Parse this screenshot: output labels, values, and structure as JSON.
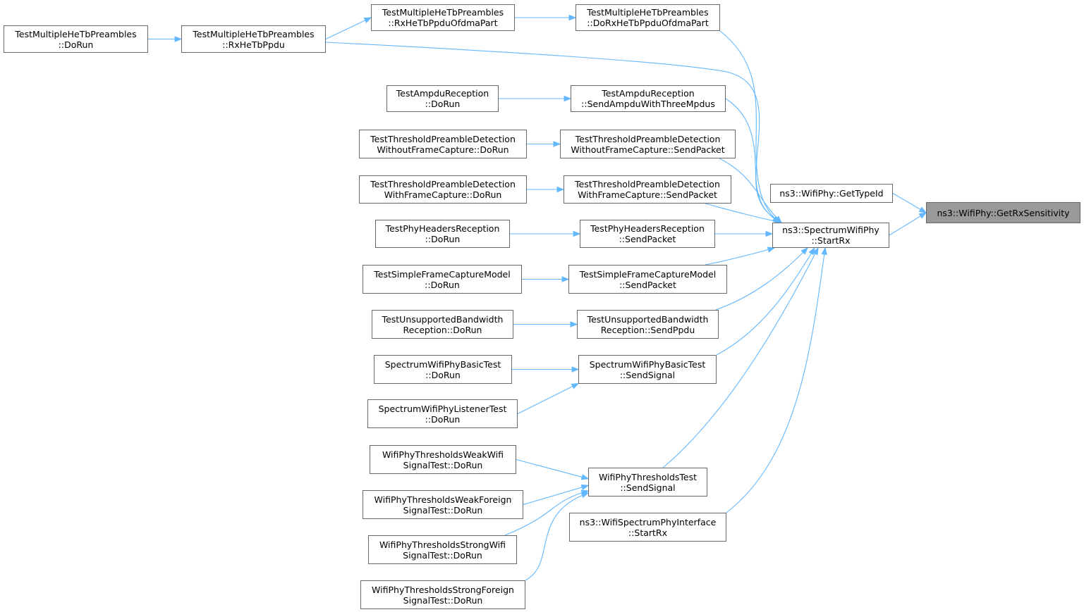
{
  "graph": {
    "colors": {
      "edge": "#63b8ff",
      "node_border": "#666666",
      "root_fill": "#999999"
    },
    "nodes": [
      {
        "id": "root",
        "lines": [
          "ns3::WifiPhy::GetRxSensitivity"
        ],
        "root": true
      },
      {
        "id": "gettypeid",
        "lines": [
          "ns3::WifiPhy::GetTypeId"
        ]
      },
      {
        "id": "startrx",
        "lines": [
          "ns3::SpectrumWifiPhy",
          "::StartRx"
        ]
      },
      {
        "id": "dorxhetb",
        "lines": [
          "TestMultipleHeTbPreambles",
          "::DoRxHeTbPpduOfdmaPart"
        ]
      },
      {
        "id": "rxhetbofdma",
        "lines": [
          "TestMultipleHeTbPreambles",
          "::RxHeTbPpduOfdmaPart"
        ]
      },
      {
        "id": "rxhetb",
        "lines": [
          "TestMultipleHeTbPreambles",
          "::RxHeTbPpdu"
        ]
      },
      {
        "id": "mhtdorun",
        "lines": [
          "TestMultipleHeTbPreambles",
          "::DoRun"
        ]
      },
      {
        "id": "ampdusend",
        "lines": [
          "TestAmpduReception",
          "::SendAmpduWithThreeMpdus"
        ]
      },
      {
        "id": "ampdudorun",
        "lines": [
          "TestAmpduReception",
          "::DoRun"
        ]
      },
      {
        "id": "tpdwofcsend",
        "lines": [
          "TestThresholdPreambleDetection",
          "WithoutFrameCapture::SendPacket"
        ]
      },
      {
        "id": "tpdwofcdorun",
        "lines": [
          "TestThresholdPreambleDetection",
          "WithoutFrameCapture::DoRun"
        ]
      },
      {
        "id": "tpdwfcsend",
        "lines": [
          "TestThresholdPreambleDetection",
          "WithFrameCapture::SendPacket"
        ]
      },
      {
        "id": "tpdwfcdorun",
        "lines": [
          "TestThresholdPreambleDetection",
          "WithFrameCapture::DoRun"
        ]
      },
      {
        "id": "phyhdrsend",
        "lines": [
          "TestPhyHeadersReception",
          "::SendPacket"
        ]
      },
      {
        "id": "phyhdrdorun",
        "lines": [
          "TestPhyHeadersReception",
          "::DoRun"
        ]
      },
      {
        "id": "sfcmsend",
        "lines": [
          "TestSimpleFrameCaptureModel",
          "::SendPacket"
        ]
      },
      {
        "id": "sfcmdorun",
        "lines": [
          "TestSimpleFrameCaptureModel",
          "::DoRun"
        ]
      },
      {
        "id": "unsupsend",
        "lines": [
          "TestUnsupportedBandwidth",
          "Reception::SendPpdu"
        ]
      },
      {
        "id": "unsupdorun",
        "lines": [
          "TestUnsupportedBandwidth",
          "Reception::DoRun"
        ]
      },
      {
        "id": "basicsend",
        "lines": [
          "SpectrumWifiPhyBasicTest",
          "::SendSignal"
        ]
      },
      {
        "id": "basicdorun",
        "lines": [
          "SpectrumWifiPhyBasicTest",
          "::DoRun"
        ]
      },
      {
        "id": "listenerdorun",
        "lines": [
          "SpectrumWifiPhyListenerTest",
          "::DoRun"
        ]
      },
      {
        "id": "thrsend",
        "lines": [
          "WifiPhyThresholdsTest",
          "::SendSignal"
        ]
      },
      {
        "id": "weakwifi",
        "lines": [
          "WifiPhyThresholdsWeakWifi",
          "SignalTest::DoRun"
        ]
      },
      {
        "id": "weakforeign",
        "lines": [
          "WifiPhyThresholdsWeakForeign",
          "SignalTest::DoRun"
        ]
      },
      {
        "id": "strongwifi",
        "lines": [
          "WifiPhyThresholdsStrongWifi",
          "SignalTest::DoRun"
        ]
      },
      {
        "id": "strongforeign",
        "lines": [
          "WifiPhyThresholdsStrongForeign",
          "SignalTest::DoRun"
        ]
      },
      {
        "id": "iface",
        "lines": [
          "ns3::WifiSpectrumPhyInterface",
          "::StartRx"
        ]
      }
    ],
    "edges": [
      [
        "gettypeid",
        "root"
      ],
      [
        "startrx",
        "root"
      ],
      [
        "dorxhetb",
        "startrx"
      ],
      [
        "rxhetb",
        "startrx"
      ],
      [
        "ampdusend",
        "startrx"
      ],
      [
        "tpdwofcsend",
        "startrx"
      ],
      [
        "tpdwfcsend",
        "startrx"
      ],
      [
        "phyhdrsend",
        "startrx"
      ],
      [
        "sfcmsend",
        "startrx"
      ],
      [
        "unsupsend",
        "startrx"
      ],
      [
        "basicsend",
        "startrx"
      ],
      [
        "thrsend",
        "startrx"
      ],
      [
        "iface",
        "startrx"
      ],
      [
        "rxhetbofdma",
        "dorxhetb"
      ],
      [
        "rxhetb",
        "rxhetbofdma"
      ],
      [
        "mhtdorun",
        "rxhetb"
      ],
      [
        "ampdudorun",
        "ampdusend"
      ],
      [
        "tpdwofcdorun",
        "tpdwofcsend"
      ],
      [
        "tpdwfcdorun",
        "tpdwfcsend"
      ],
      [
        "phyhdrdorun",
        "phyhdrsend"
      ],
      [
        "sfcmdorun",
        "sfcmsend"
      ],
      [
        "unsupdorun",
        "unsupsend"
      ],
      [
        "basicdorun",
        "basicsend"
      ],
      [
        "listenerdorun",
        "basicsend"
      ],
      [
        "weakwifi",
        "thrsend"
      ],
      [
        "weakforeign",
        "thrsend"
      ],
      [
        "strongwifi",
        "thrsend"
      ],
      [
        "strongforeign",
        "thrsend"
      ]
    ]
  }
}
